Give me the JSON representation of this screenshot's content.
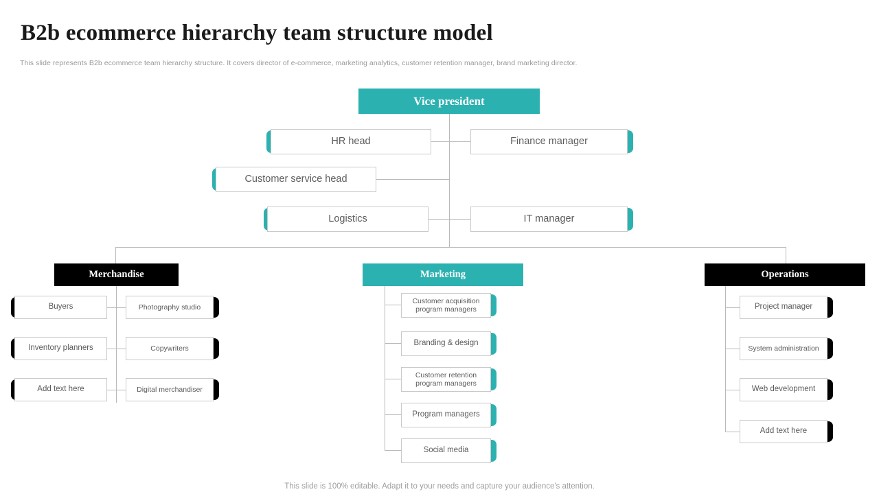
{
  "slide": {
    "title": "B2b ecommerce hierarchy team structure model",
    "subtitle": "This slide represents  B2b ecommerce team hierarchy structure. It covers director of e-commerce, marketing analytics, customer retention manager, brand marketing director.",
    "footer": "This slide is 100% editable. Adapt it to your needs and capture your audience's attention."
  },
  "colors": {
    "teal": "#2cb1b1",
    "black": "#000000",
    "box_border": "#c9c9c9",
    "box_text": "#5c5c5c",
    "connector": "#b9b9b9",
    "title_text": "#1a1a1a",
    "muted_text": "#9a9a9a"
  },
  "chart_data": {
    "type": "org-chart",
    "root": "Vice president",
    "levels": [
      {
        "left": "HR head",
        "right": "Finance manager"
      },
      {
        "left": "Customer service head",
        "right": null
      },
      {
        "left": "Logistics",
        "right": "IT manager"
      }
    ],
    "departments": [
      "Merchandise",
      "Marketing",
      "Operations"
    ]
  },
  "top": {
    "vice_president": "Vice president",
    "hr_head": "HR head",
    "finance_manager": "Finance manager",
    "customer_service_head": "Customer service head",
    "logistics": "Logistics",
    "it_manager": "IT manager"
  },
  "departments": [
    {
      "name": "Merchandise",
      "accent": "black",
      "left_items": [
        "Buyers",
        "Inventory planners",
        "Add text here"
      ],
      "right_items": [
        "Photography studio",
        "Copywriters",
        "Digital merchandiser"
      ]
    },
    {
      "name": "Marketing",
      "accent": "teal",
      "items": [
        "Customer acquisition program managers",
        "Branding & design",
        "Customer retention program managers",
        "Program managers",
        "Social media"
      ]
    },
    {
      "name": "Operations",
      "accent": "black",
      "items": [
        "Project manager",
        "System administration",
        "Web development",
        "Add text here"
      ]
    }
  ]
}
